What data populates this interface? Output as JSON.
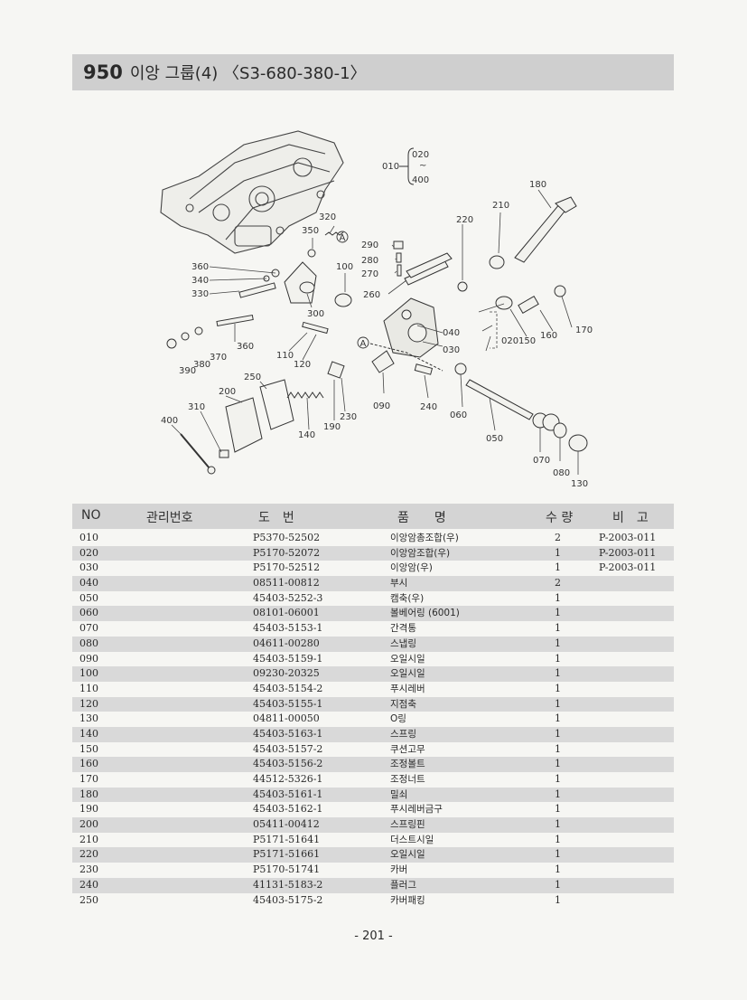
{
  "header": {
    "number": "950",
    "title": "이앙 그룹(4) 〈S3-680-380-1〉"
  },
  "diagram": {
    "range_label": "010",
    "range_top": "020",
    "range_tilde": "~",
    "range_bottom": "400",
    "callouts": [
      "020",
      "030",
      "040",
      "050",
      "060",
      "070",
      "080",
      "090",
      "100",
      "110",
      "120",
      "130",
      "140",
      "150",
      "160",
      "170",
      "180",
      "190",
      "200",
      "210",
      "220",
      "230",
      "240",
      "250",
      "260",
      "270",
      "280",
      "290",
      "300",
      "310",
      "320",
      "330",
      "340",
      "350",
      "360",
      "360",
      "370",
      "380",
      "390",
      "400"
    ],
    "marker": "A"
  },
  "table": {
    "columns": [
      "NO",
      "관리번호",
      "도　번",
      "품　　명",
      "수 량",
      "비　고"
    ],
    "rows": [
      {
        "no": "010",
        "part": "P5370-52502",
        "name": "이앙암총조합(우)",
        "qty": "2",
        "remark": "P-2003-011"
      },
      {
        "no": "020",
        "part": "P5170-52072",
        "name": "이앙암조합(우)",
        "qty": "1",
        "remark": "P-2003-011"
      },
      {
        "no": "030",
        "part": "P5170-52512",
        "name": "이앙암(우)",
        "qty": "1",
        "remark": "P-2003-011"
      },
      {
        "no": "040",
        "part": "08511-00812",
        "name": "부시",
        "qty": "2",
        "remark": ""
      },
      {
        "no": "050",
        "part": "45403-5252-3",
        "name": "캠축(우)",
        "qty": "1",
        "remark": ""
      },
      {
        "no": "060",
        "part": "08101-06001",
        "name": "볼베어링 (6001)",
        "qty": "1",
        "remark": ""
      },
      {
        "no": "070",
        "part": "45403-5153-1",
        "name": "간격통",
        "qty": "1",
        "remark": ""
      },
      {
        "no": "080",
        "part": "04611-00280",
        "name": "스냅링",
        "qty": "1",
        "remark": ""
      },
      {
        "no": "090",
        "part": "45403-5159-1",
        "name": "오일시일",
        "qty": "1",
        "remark": ""
      },
      {
        "no": "100",
        "part": "09230-20325",
        "name": "오일시일",
        "qty": "1",
        "remark": ""
      },
      {
        "no": "110",
        "part": "45403-5154-2",
        "name": "푸시레버",
        "qty": "1",
        "remark": ""
      },
      {
        "no": "120",
        "part": "45403-5155-1",
        "name": "지점축",
        "qty": "1",
        "remark": ""
      },
      {
        "no": "130",
        "part": "04811-00050",
        "name": "O링",
        "qty": "1",
        "remark": ""
      },
      {
        "no": "140",
        "part": "45403-5163-1",
        "name": "스프링",
        "qty": "1",
        "remark": ""
      },
      {
        "no": "150",
        "part": "45403-5157-2",
        "name": "쿠션고무",
        "qty": "1",
        "remark": ""
      },
      {
        "no": "160",
        "part": "45403-5156-2",
        "name": "조정볼트",
        "qty": "1",
        "remark": ""
      },
      {
        "no": "170",
        "part": "44512-5326-1",
        "name": "조정너트",
        "qty": "1",
        "remark": ""
      },
      {
        "no": "180",
        "part": "45403-5161-1",
        "name": "밀쇠",
        "qty": "1",
        "remark": ""
      },
      {
        "no": "190",
        "part": "45403-5162-1",
        "name": "푸시레버금구",
        "qty": "1",
        "remark": ""
      },
      {
        "no": "200",
        "part": "05411-00412",
        "name": "스프링핀",
        "qty": "1",
        "remark": ""
      },
      {
        "no": "210",
        "part": "P5171-51641",
        "name": "더스트시일",
        "qty": "1",
        "remark": ""
      },
      {
        "no": "220",
        "part": "P5171-51661",
        "name": "오일시일",
        "qty": "1",
        "remark": ""
      },
      {
        "no": "230",
        "part": "P5170-51741",
        "name": "카버",
        "qty": "1",
        "remark": ""
      },
      {
        "no": "240",
        "part": "41131-5183-2",
        "name": "플러그",
        "qty": "1",
        "remark": ""
      },
      {
        "no": "250",
        "part": "45403-5175-2",
        "name": "카버패킹",
        "qty": "1",
        "remark": ""
      }
    ]
  },
  "footer": {
    "page": "- 201 -"
  }
}
